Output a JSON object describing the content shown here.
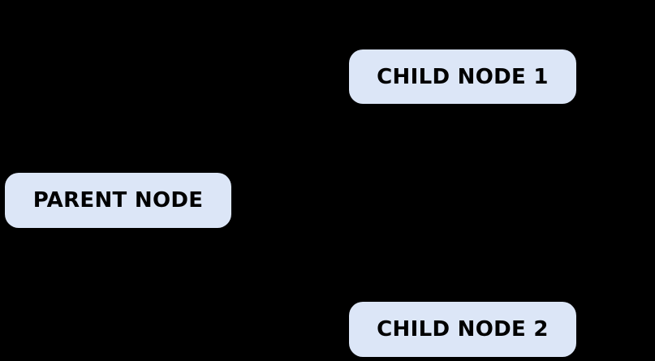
{
  "diagram": {
    "background_color": "#000000",
    "node_fill_color": "#dce6f7",
    "node_text_color": "#000000",
    "nodes": [
      {
        "id": "parent",
        "role": "parent",
        "label": "PARENT NODE"
      },
      {
        "id": "child-1",
        "role": "child",
        "label": "CHILD NODE 1"
      },
      {
        "id": "child-2",
        "role": "child",
        "label": "CHILD NODE 2"
      }
    ]
  }
}
